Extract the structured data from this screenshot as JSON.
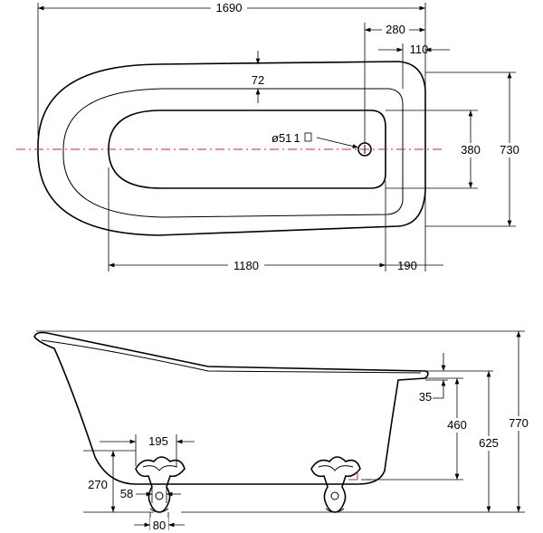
{
  "plan_view": {
    "overall_length": "1690",
    "overhang_top": "280",
    "rim_end": "110",
    "rim_side": "72",
    "waste_label": "ø51",
    "waste_suffix": "1",
    "inner_width": "380",
    "overall_width": "730",
    "inner_length": "1180",
    "end_rim": "190"
  },
  "side_view": {
    "overall_height": "770",
    "rim_to_floor": "625",
    "waste_height": "460",
    "rim_lip": "35",
    "foot_spacing": "195",
    "foot_height": "270",
    "foot_width_a": "58",
    "foot_width_b": "80"
  },
  "colors": {
    "centerline": "#c0282d",
    "line": "#000000",
    "background": "#ffffff"
  }
}
